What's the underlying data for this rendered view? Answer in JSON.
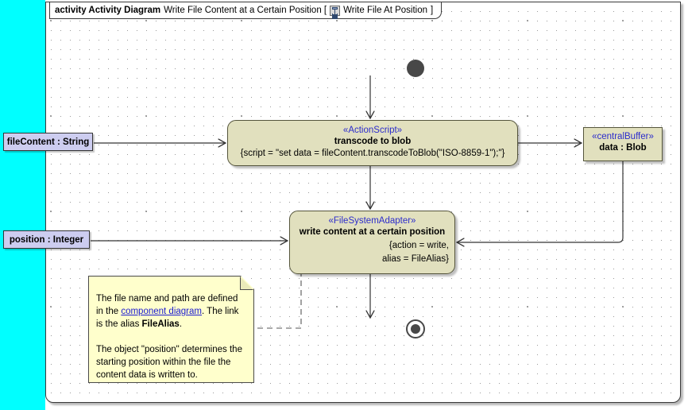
{
  "frame": {
    "keyword": "activity Activity Diagram",
    "title": "Write File Content at a Certain Position [",
    "icon": "activity-diagram-icon",
    "diagram_name": "Write File At Position",
    "close_bracket": "]"
  },
  "nodes": {
    "initial": {
      "name": "initial-node"
    },
    "final": {
      "name": "activity-final-node"
    },
    "transcode": {
      "stereotype": "«ActionScript»",
      "name": "transcode to blob",
      "body": "{script = \"set data = fileContent.transcodeToBlob(\"ISO-8859-1\");\"}"
    },
    "write": {
      "stereotype": "«FileSystemAdapter»",
      "name": "write content at a certain position",
      "body_line1": "{action = write,",
      "body_line2": "alias = FileAlias}"
    },
    "buffer": {
      "stereotype": "«centralBuffer»",
      "name": "data : Blob"
    }
  },
  "pins": [
    {
      "label": "fileContent : String",
      "name": "pin-filecontent"
    },
    {
      "label": "position : Integer",
      "name": "pin-position"
    }
  ],
  "note": {
    "p1_a": "The file name and path are defined in the ",
    "link": "component diagram",
    "p1_b": ". The link is the alias ",
    "bold": "FileAlias",
    "p1_c": ".",
    "p2": "The object \"position\" determines the starting position within the file the content data is written to."
  },
  "colors": {
    "backdrop": "#00ffff",
    "node_fill": "#e1e0be",
    "node_border": "#55553c",
    "stereotype_text": "#2b2bcc",
    "pin_fill": "#cdcdf0",
    "note_fill": "#ffffcc",
    "link_text": "#1b1bd0",
    "edge": "#333333",
    "grid_dot": "#9a9a9a"
  }
}
